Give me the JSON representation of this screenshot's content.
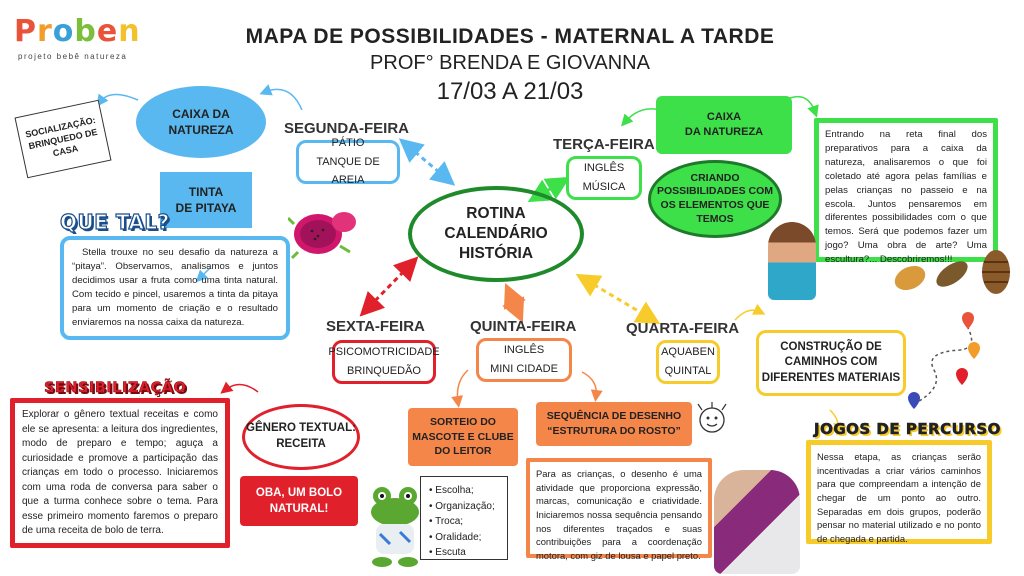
{
  "header": {
    "logo_letters": [
      "P",
      "r",
      "o",
      "b",
      "e",
      "n"
    ],
    "logo_colors": [
      "#e8533a",
      "#f29c2b",
      "#3aa0d8",
      "#7bbf3a",
      "#e8533a",
      "#f2c12b"
    ],
    "logo_sub": "projeto bebê natureza",
    "title": "MAPA DE POSSIBILIDADES - MATERNAL A TARDE",
    "subtitle": "PROF° BRENDA E GIOVANNA",
    "dates": "17/03 A 21/03"
  },
  "center": {
    "line1": "ROTINA",
    "line2": "CALENDÁRIO",
    "line3": "HISTÓRIA"
  },
  "monday": {
    "label": "SEGUNDA-FEIRA",
    "item1": "PÁTIO",
    "item2": "TANQUE DE AREIA",
    "caixa_line1": "CAIXA DA",
    "caixa_line2": "NATUREZA",
    "tinta_line1": "TINTA",
    "tinta_line2": "DE PITAYA",
    "socializacao_line1": "SOCIALIZAÇÃO:",
    "socializacao_line2": "BRINQUEDO DE",
    "socializacao_line3": "CASA",
    "que_tal": "QUE TAL?",
    "text": "Stella trouxe no seu desafio da natureza a “pitaya”. Observamos, analisamos e juntos decidimos usar a fruta como uma tinta natural. Com tecido e pincel, usaremos a tinta da pitaya para um momento de criação e o resultado enviaremos na nossa caixa da natureza."
  },
  "tuesday": {
    "label": "TERÇA-FEIRA",
    "item1": "INGLÊS",
    "item2": "MÚSICA",
    "caixa_line1": "CAIXA",
    "caixa_line2": "DA NATUREZA",
    "criando_line1": "CRIANDO",
    "criando_line2": "POSSIBILIDADES COM",
    "criando_line3": "OS ELEMENTOS QUE",
    "criando_line4": "TEMOS",
    "text": "Entrando na reta final dos preparativos para a caixa da natureza, analisaremos o que foi coletado até agora pelas famílias e pelas crianças no passeio e na escola. Juntos pensaremos em diferentes possibilidades com o que temos. Será que podemos fazer um jogo? Uma obra de arte? Uma escultura?... Descobriremos!!!"
  },
  "wednesday": {
    "label": "QUARTA-FEIRA",
    "item1": "AQUABEN",
    "item2": "QUINTAL",
    "construcao_line1": "CONSTRUÇÃO DE",
    "construcao_line2": "CAMINHOS COM",
    "construcao_line3": "DIFERENTES MATERIAIS",
    "jogos": "JOGOS DE PERCURSO",
    "text": "Nessa etapa, as crianças serão incentivadas a criar vários caminhos para que compreendam a intenção de chegar de um ponto ao outro. Separadas em dois grupos, poderão pensar no material utilizado e no ponto de chegada e partida."
  },
  "thursday": {
    "label": "QUINTA-FEIRA",
    "item1": "INGLÊS",
    "item2": "MINI CIDADE",
    "sorteio_line1": "SORTEIO DO",
    "sorteio_line2": "MASCOTE E CLUBE",
    "sorteio_line3": "DO LEITOR",
    "list": [
      "Escolha;",
      "Organização;",
      "Troca;",
      "Oralidade;",
      "Escuta"
    ],
    "sequencia_line1": "SEQUÊNCIA DE DESENHO",
    "sequencia_line2": "“ESTRUTURA DO ROSTO”",
    "text": "Para as crianças, o desenho é uma atividade que proporciona expressão, marcas, comunicação e criatividade. Iniciaremos nossa sequência pensando nos diferentes traçados e suas contribuições para a coordenação motora, com giz de lousa e papel preto."
  },
  "friday": {
    "label": "SEXTA-FEIRA",
    "item1": "PSICOMOTRICIDADE",
    "item2": "BRINQUEDÃO",
    "sensibilizacao": "SENSIBILIZAÇÃO",
    "genero_line1": "GÊNERO TEXTUAL:",
    "genero_line2": "RECEITA",
    "oba_line1": "OBA, UM BOLO",
    "oba_line2": "NATURAL!",
    "text": "Explorar o gênero textual receitas e como ele se apresenta: a leitura dos ingredientes, modo de preparo e tempo; aguça a curiosidade e promove a participação das crianças em todo o processo. Iniciaremos com uma roda de conversa para saber o que a turma conhece sobre o tema. Para esse primeiro momento faremos o preparo de uma receita de bolo de terra."
  },
  "colors": {
    "blue": "#5ab8f0",
    "green": "#3ee04a",
    "red": "#e0202a",
    "orange": "#f5864a",
    "yellow": "#f7cc2a",
    "center_green": "#1e8a2a"
  }
}
